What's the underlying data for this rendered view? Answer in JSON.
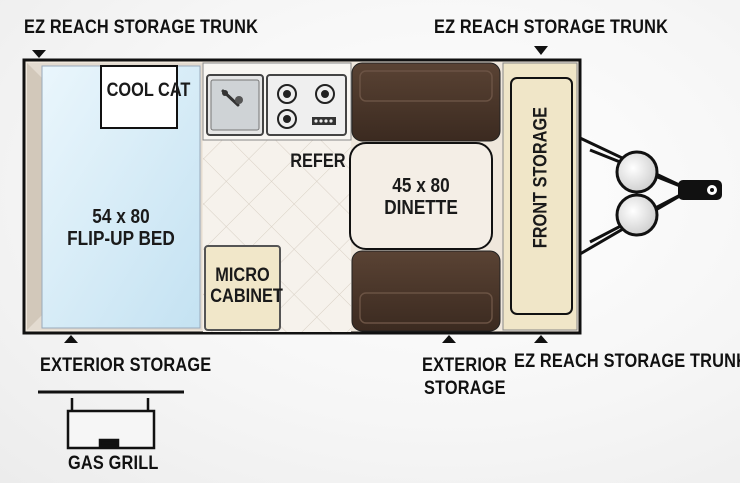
{
  "labels": {
    "top_left_trunk": "EZ REACH STORAGE TRUNK",
    "top_right_trunk": "EZ REACH STORAGE TRUNK",
    "bottom_left_storage": "EXTERIOR STORAGE",
    "bottom_mid_storage_line1": "EXTERIOR",
    "bottom_mid_storage_line2": "STORAGE",
    "bottom_right_trunk": "EZ REACH STORAGE TRUNK",
    "gas_grill": "GAS GRILL",
    "cool_cat": "COOL CAT",
    "bed_line1": "54 x 80",
    "bed_line2": "FLIP-UP BED",
    "refer": "REFER",
    "micro_line1": "MICRO",
    "micro_line2": "CABINET",
    "dinette_line1": "45 x 80",
    "dinette_line2": "DINETTE",
    "front_storage": "FRONT STORAGE"
  },
  "colors": {
    "outline": "#111111",
    "bed_fill": "#d6ecf7",
    "cabinet_fill": "#f0e6c8",
    "seat_fill": "#4a3528",
    "table_fill": "#f2ece4",
    "floor_fill": "#f4efe9",
    "counter_fill": "#ffffff"
  }
}
